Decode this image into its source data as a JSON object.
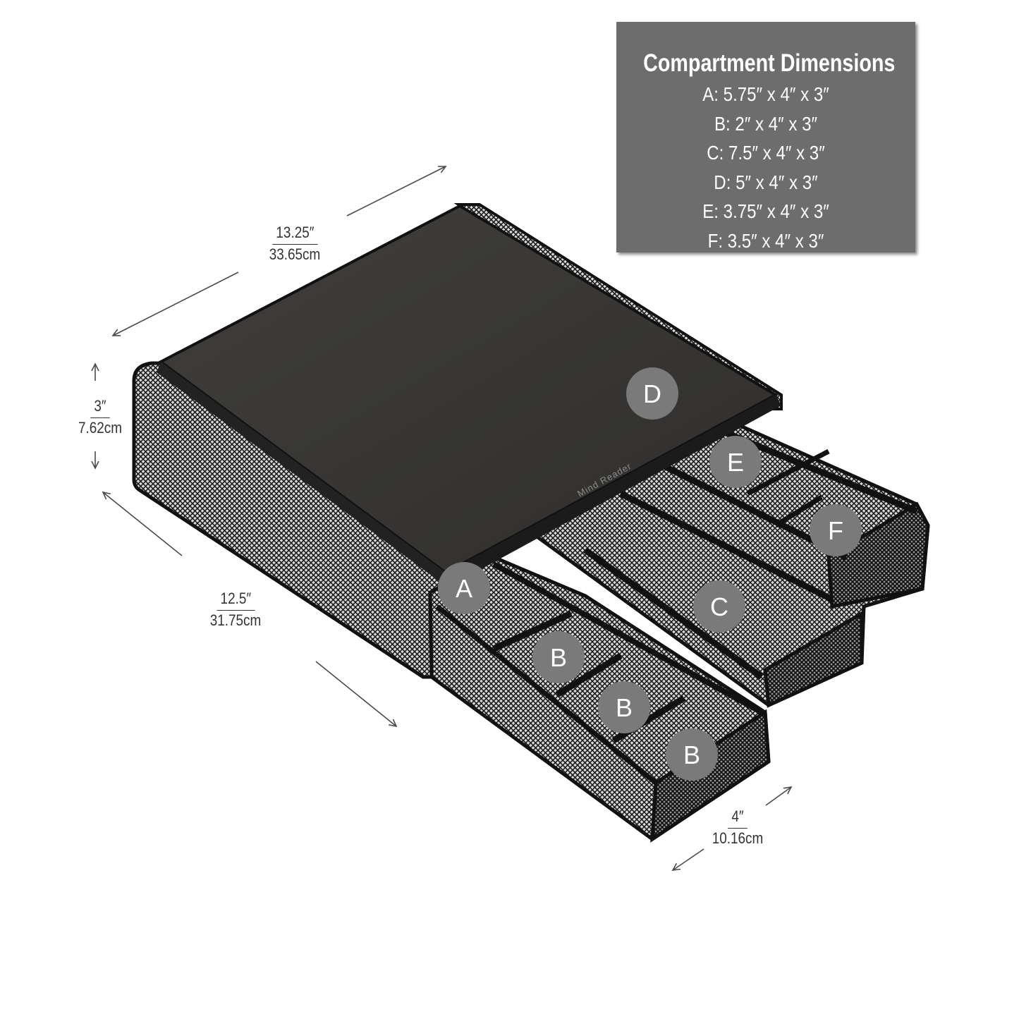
{
  "dimensions_box": {
    "title": "Compartment Dimensions",
    "rows": [
      "A: 5.75″ x 4″ x 3″",
      "B: 2″ x 4″ x 3″",
      "C: 7.5″ x 4″ x 3″",
      "D: 5″ x 4″ x 3″",
      "E: 3.75″ x 4″ x 3″",
      "F: 3.5″ x 4″ x 3″"
    ]
  },
  "measurements": {
    "width": {
      "imperial": "13.25″",
      "metric": "33.65cm"
    },
    "height": {
      "imperial": "3″",
      "metric": "7.62cm"
    },
    "depth": {
      "imperial": "12.5″",
      "metric": "31.75cm"
    },
    "drawer_depth": {
      "imperial": "4″",
      "metric": "10.16cm"
    }
  },
  "compartment_labels": {
    "a": "A",
    "b1": "B",
    "b2": "B",
    "b3": "B",
    "c": "C",
    "d": "D",
    "e": "E",
    "f": "F"
  },
  "brand_text": "Mind Reader",
  "colors": {
    "panel": "#6d6d6d",
    "badge": "#7a7a7a",
    "product_top": "#3a3937",
    "mesh": "#1a1a1a",
    "arrow": "#4a4a4a"
  }
}
